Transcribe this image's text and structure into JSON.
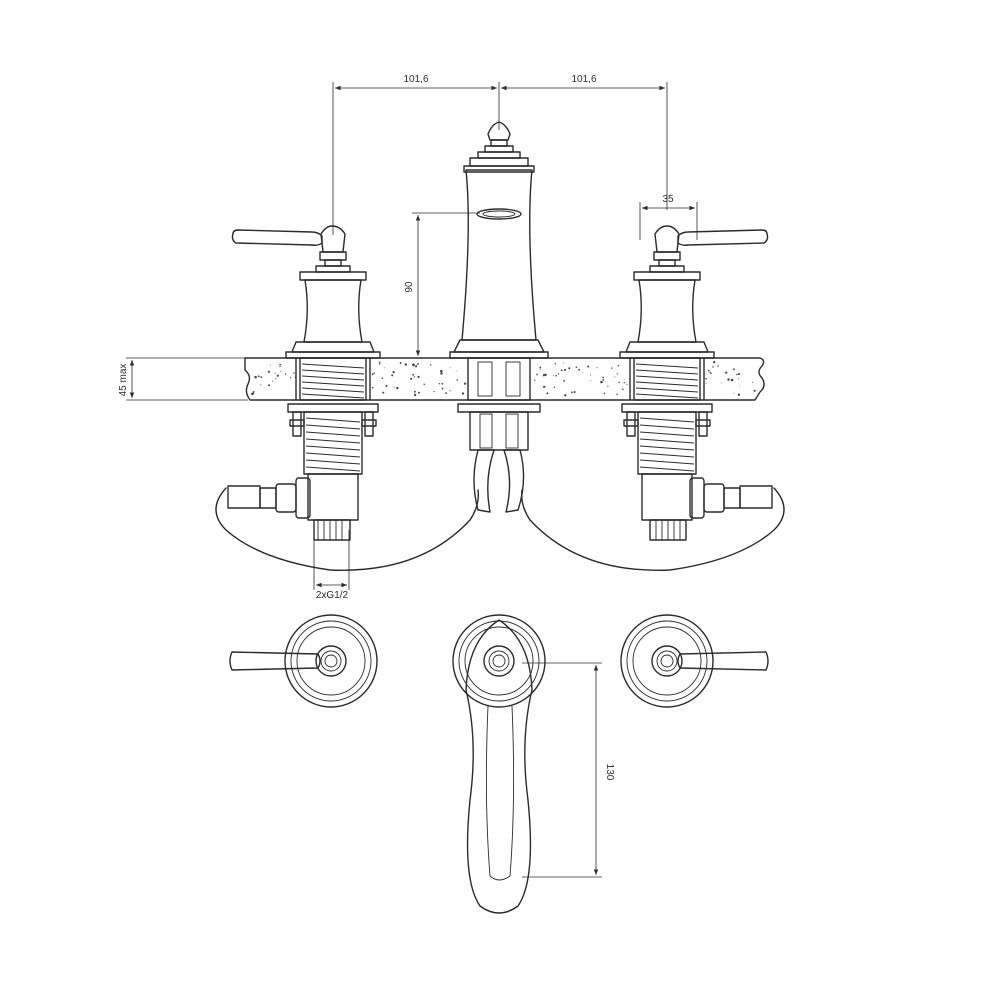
{
  "dimensions": {
    "left_spacing": "101,6",
    "right_spacing": "101,6",
    "handle_width": "35",
    "spout_height": "90",
    "deck_thickness": "45 max",
    "connection": "2xG1/2",
    "spout_reach": "130"
  },
  "colors": {
    "line": "#2b2b2b",
    "background": "#ffffff"
  }
}
